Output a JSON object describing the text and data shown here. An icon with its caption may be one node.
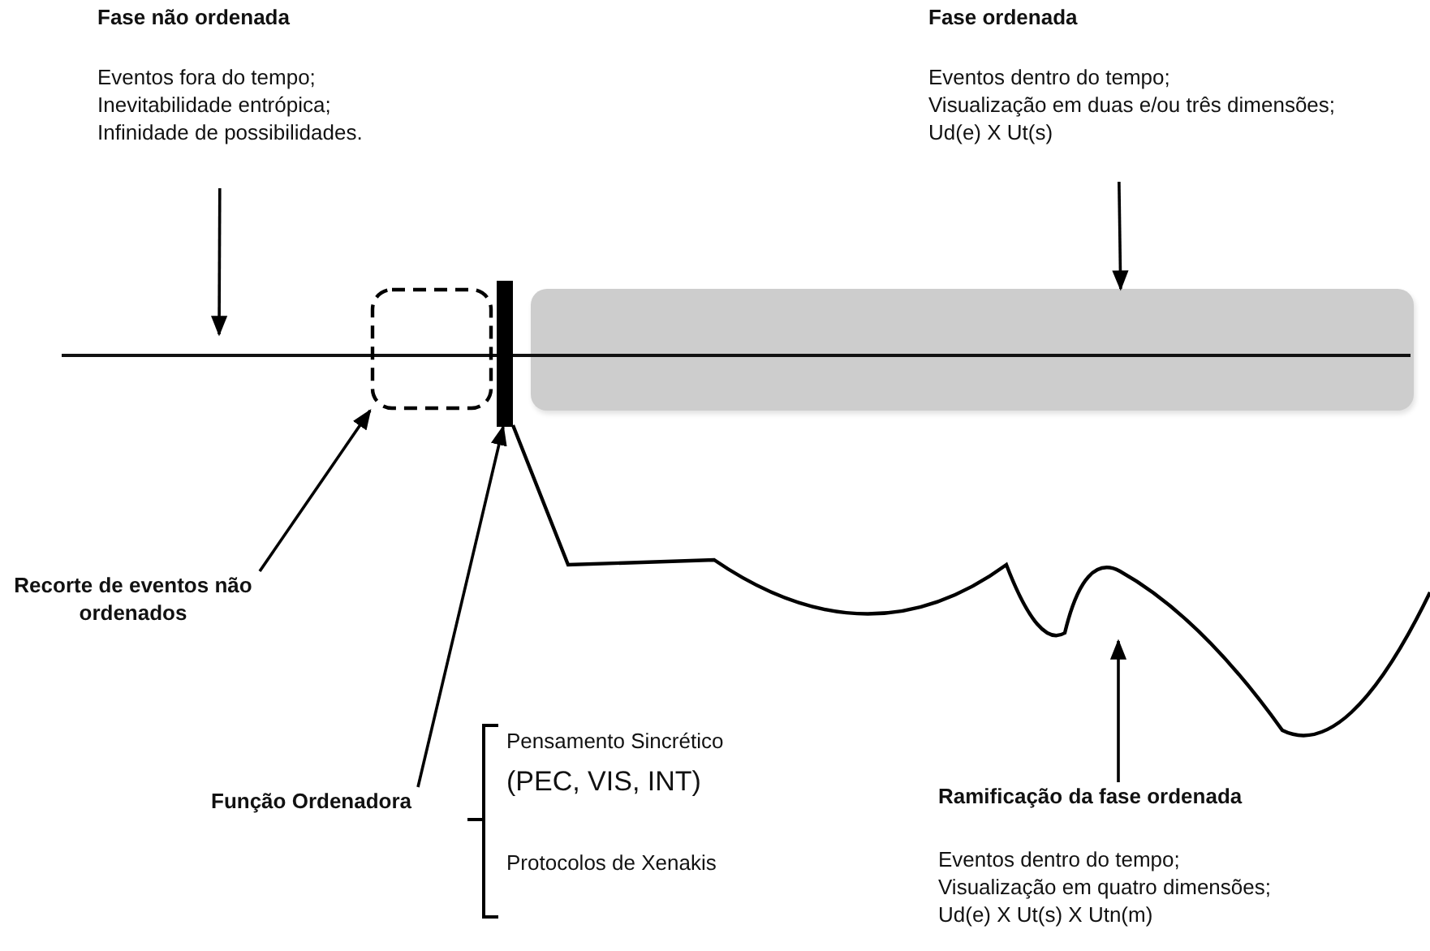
{
  "diagram": {
    "nodes": [
      {
        "text": [
          "Fase não ordenada",
          "Eventos fora do tempo; Inevitabilidade entrópica; Infinidade de possibilidades."
        ]
      },
      {
        "text": [
          "Fase ordenada",
          "Eventos dentro do tempo; Visualização em duas e/ou três dimensões; Ud(e) X Ut(s)"
        ]
      },
      {
        "text": [],
        "shape": "box"
      },
      {
        "text": [],
        "shape": "bar"
      },
      {
        "text": [],
        "shape": "box"
      },
      {
        "text": [
          "Recorte de eventos não ordenados"
        ]
      },
      {
        "text": [
          "Função Ordenadora"
        ]
      },
      {
        "text": [
          "Ramificação da fase ordenada",
          "Eventos dentro do tempo; Visualização em quatro dimensões; Ud(e) X Ut(s) X Utn(m)"
        ]
      }
    ],
    "edges": [
      {
        "from": 0,
        "to": null,
        "arrow": "to"
      },
      {
        "from": 1,
        "to": 4,
        "arrow": "to"
      },
      {
        "from": 5,
        "to": 2,
        "arrow": "to"
      },
      {
        "from": 6,
        "to": 3,
        "arrow": "to"
      },
      {
        "from": 7,
        "to": null,
        "arrow": "to"
      }
    ],
    "labels": [
      "Pensamento Sincrético",
      "(PEC, VIS, INT)",
      "Protocolos de Xenakis"
    ]
  }
}
